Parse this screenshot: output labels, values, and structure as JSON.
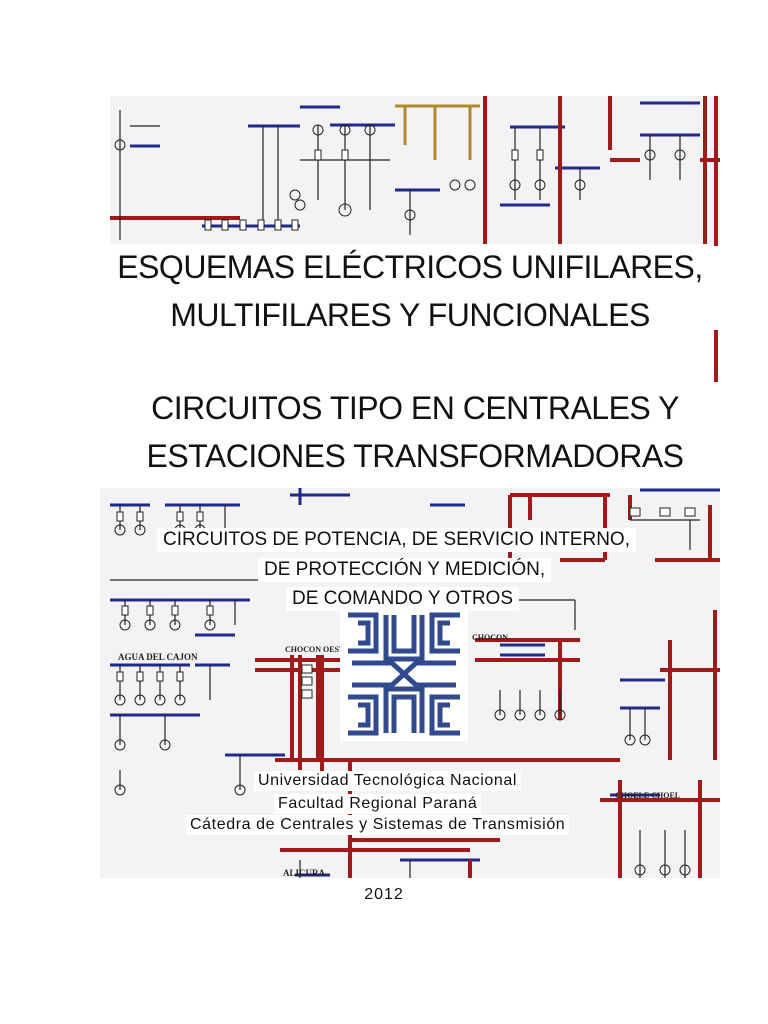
{
  "title": {
    "line1": "ESQUEMAS ELÉCTRICOS UNIFILARES,",
    "line2": "MULTIFILARES Y FUNCIONALES",
    "line3": "CIRCUITOS TIPO EN CENTRALES Y",
    "line4": "ESTACIONES TRANSFORMADORAS"
  },
  "subtitle": {
    "line1": "CIRCUITOS DE POTENCIA, DE SERVICIO INTERNO,",
    "line2": "DE PROTECCIÓN Y MEDICIÓN,",
    "line3": "DE COMANDO Y OTROS"
  },
  "institution": {
    "line1": "Universidad Tecnológica Nacional",
    "line2": "Facultad Regional Paraná",
    "line3": "Cátedra de Centrales y Sistemas de Transmisión"
  },
  "year": "2012",
  "diagram_labels": {
    "agua_del_cajon": "AGUA DEL CAJON",
    "chocon_oeste": "CHOCON OESTE",
    "chocon": "CHOCON",
    "alicura": "ALICURA",
    "choele_choel": "CHOELE CHOEL"
  },
  "colors": {
    "busbar_blue": "#1f2a8c",
    "line_red": "#a01a1a",
    "wire_black": "#222222",
    "bus_gold": "#b08a2a",
    "logo_blue": "#2f4a8f"
  }
}
